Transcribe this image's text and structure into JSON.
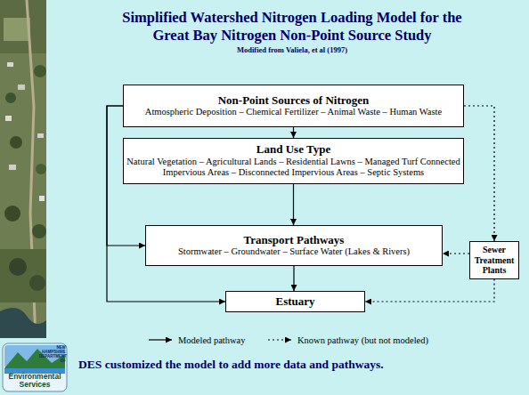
{
  "diagram": {
    "title": "Simplified Watershed Nitrogen Loading Model for the Great Bay Nitrogen Non-Point Source Study",
    "nodes": [
      {
        "text": [
          "Non-Point Sources of Nitrogen",
          "Atmospheric Deposition – Chemical Fertilizer – Animal Waste – Human Waste"
        ]
      },
      {
        "text": [
          "Land Use Type",
          "Natural Vegetation – Agricultural Lands – Residential Lawns – Managed Turf Connected Impervious Areas – Disconnected Impervious Areas – Septic Systems"
        ]
      },
      {
        "text": [
          "Transport Pathways",
          "Stormwater – Groundwater – Surface Water (Lakes & Rivers)"
        ]
      },
      {
        "text": [
          "Sewer Treatment Plants"
        ]
      },
      {
        "text": [
          "Estuary"
        ]
      }
    ],
    "edges": [
      {
        "from": 0,
        "to": 1,
        "arrow": "to"
      },
      {
        "from": 1,
        "to": 2,
        "arrow": "to"
      },
      {
        "from": 2,
        "to": 4,
        "arrow": "to"
      },
      {
        "from": 0,
        "to": 2,
        "arrow": "to"
      },
      {
        "from": 0,
        "to": 4,
        "arrow": "to"
      },
      {
        "from": 0,
        "to": 3,
        "arrow": "to"
      },
      {
        "from": 3,
        "to": 2,
        "arrow": "to"
      },
      {
        "from": 3,
        "to": 4,
        "arrow": "to"
      }
    ],
    "labels": [
      "Modified from Valiela, et al (1997)",
      "DES customized the model to add more data and pathways.",
      "NEW HAMPSHIRE DEPARTMENT OF",
      "Environmental Services"
    ],
    "legend": [
      {
        "text": "Modeled pathway"
      },
      {
        "text": "Known pathway (but not modeled)"
      }
    ]
  }
}
